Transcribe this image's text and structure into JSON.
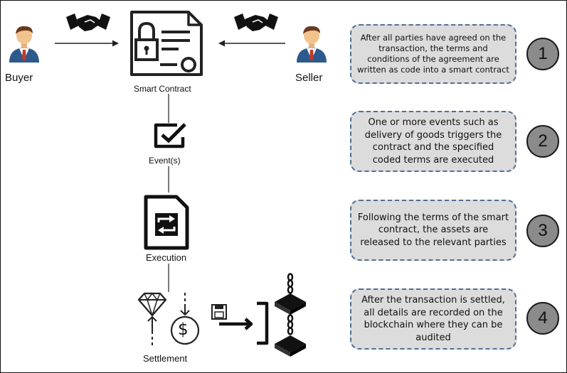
{
  "diagram": {
    "buyer_label": "Buyer",
    "seller_label": "Seller",
    "smart_contract_label": "Smart Contract",
    "events_label": "Event(s)",
    "execution_label": "Execution",
    "settlement_label": "Settlement",
    "settlement_currency_symbol": "$"
  },
  "steps": [
    {
      "number": "1",
      "text": "After all parties have agreed on the transaction, the terms and conditions of the agreement are written as code into a smart contract"
    },
    {
      "number": "2",
      "text": "One or more events such as delivery of goods triggers the contract and the specified coded terms are executed"
    },
    {
      "number": "3",
      "text": "Following the terms of the smart contract, the assets are released to the relevant parties"
    },
    {
      "number": "4",
      "text": "After the transaction is settled, all details are recorded on the blockchain where they can be audited"
    }
  ]
}
